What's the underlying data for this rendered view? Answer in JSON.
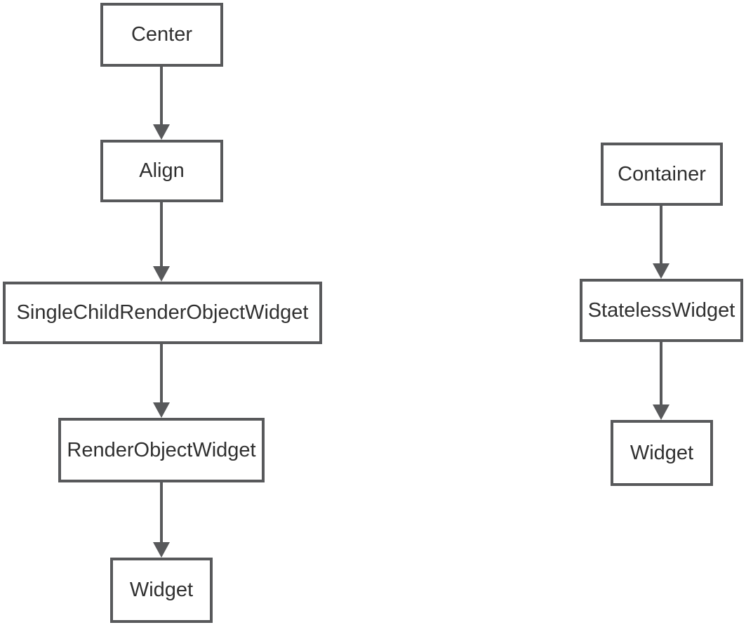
{
  "diagram": {
    "description": "Flutter widget inheritance flowchart with two vertical chains",
    "colors": {
      "background": "#ffffff",
      "box_border": "#58595b",
      "box_fill": "#ffffff",
      "arrow": "#58595b",
      "text": "#303030"
    },
    "left_chain": {
      "nodes": [
        {
          "label": "Center"
        },
        {
          "label": "Align"
        },
        {
          "label": "SingleChildRenderObjectWidget"
        },
        {
          "label": "RenderObjectWidget"
        },
        {
          "label": "Widget"
        }
      ],
      "edges": [
        {
          "from": "Center",
          "to": "Align"
        },
        {
          "from": "Align",
          "to": "SingleChildRenderObjectWidget"
        },
        {
          "from": "SingleChildRenderObjectWidget",
          "to": "RenderObjectWidget"
        },
        {
          "from": "RenderObjectWidget",
          "to": "Widget"
        }
      ]
    },
    "right_chain": {
      "nodes": [
        {
          "label": "Container"
        },
        {
          "label": "StatelessWidget"
        },
        {
          "label": "Widget"
        }
      ],
      "edges": [
        {
          "from": "Container",
          "to": "StatelessWidget"
        },
        {
          "from": "StatelessWidget",
          "to": "Widget"
        }
      ]
    }
  }
}
